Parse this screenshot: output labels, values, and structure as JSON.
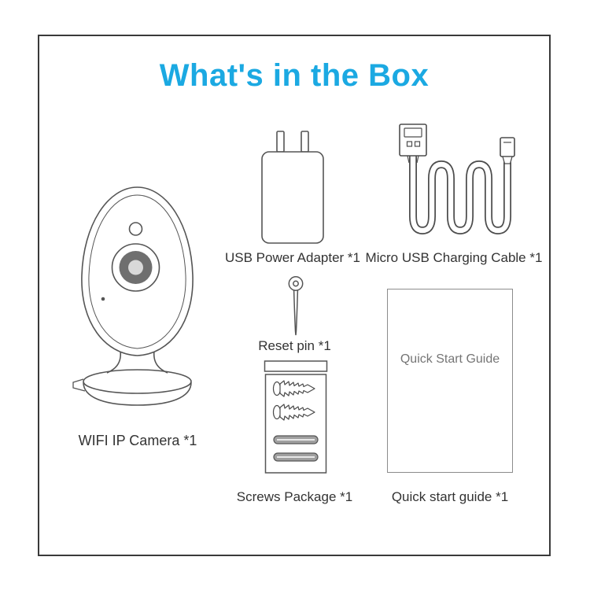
{
  "page": {
    "title": "What's in the Box"
  },
  "items": {
    "camera": {
      "label": "WIFI IP Camera  *1"
    },
    "adapter": {
      "label": "USB Power Adapter  *1"
    },
    "cable": {
      "label": "Micro USB Charging Cable  *1"
    },
    "reset_pin": {
      "label": "Reset pin  *1"
    },
    "screws": {
      "label": "Screws Package  *1"
    },
    "guide": {
      "label": "Quick start guide  *1",
      "cover_text": "Quick Start Guide"
    }
  },
  "colors": {
    "accent": "#1BA9E2",
    "line": "#555555",
    "text": "#333333"
  }
}
